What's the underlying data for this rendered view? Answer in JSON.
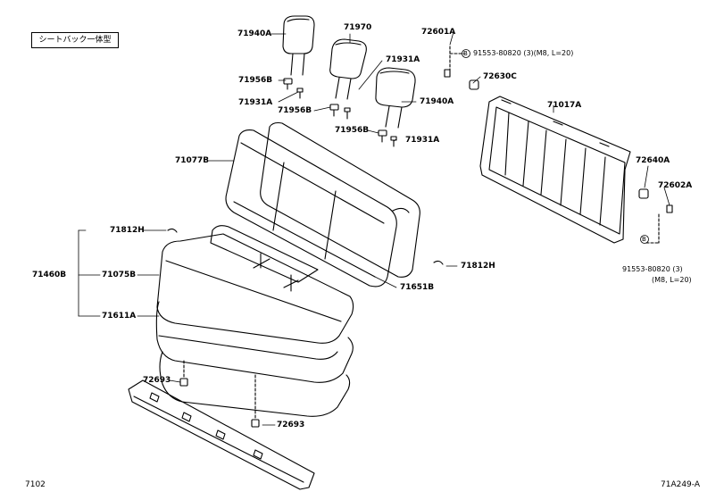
{
  "title_box": "シートバック一体型",
  "labels": {
    "p71940A_1": "71940A",
    "p71970": "71970",
    "p72601A": "72601A",
    "p91553_top": "91553-80820 (3)(M8, L=20)",
    "p72630C": "72630C",
    "p71956B_1": "71956B",
    "p71931A_1": "71931A",
    "p71931A_2": "71931A",
    "p71956B_2": "71956B",
    "p71940A_2": "71940A",
    "p71017A": "71017A",
    "p71956B_3": "71956B",
    "p71931A_3": "71931A",
    "p71077B": "71077B",
    "p72640A": "72640A",
    "p72602A": "72602A",
    "p71812H_1": "71812H",
    "p91553_bottom_1": "91553-80820 (3)",
    "p91553_bottom_2": "(M8, L=20)",
    "p71812H_2": "71812H",
    "p71460B": "71460B",
    "p71075B": "71075B",
    "p71651B": "71651B",
    "p71611A": "71611A",
    "p72693_1": "72693",
    "p72693_2": "72693",
    "bolt_mark": "B"
  },
  "footer": {
    "left": "7102",
    "right": "71A249-A"
  }
}
